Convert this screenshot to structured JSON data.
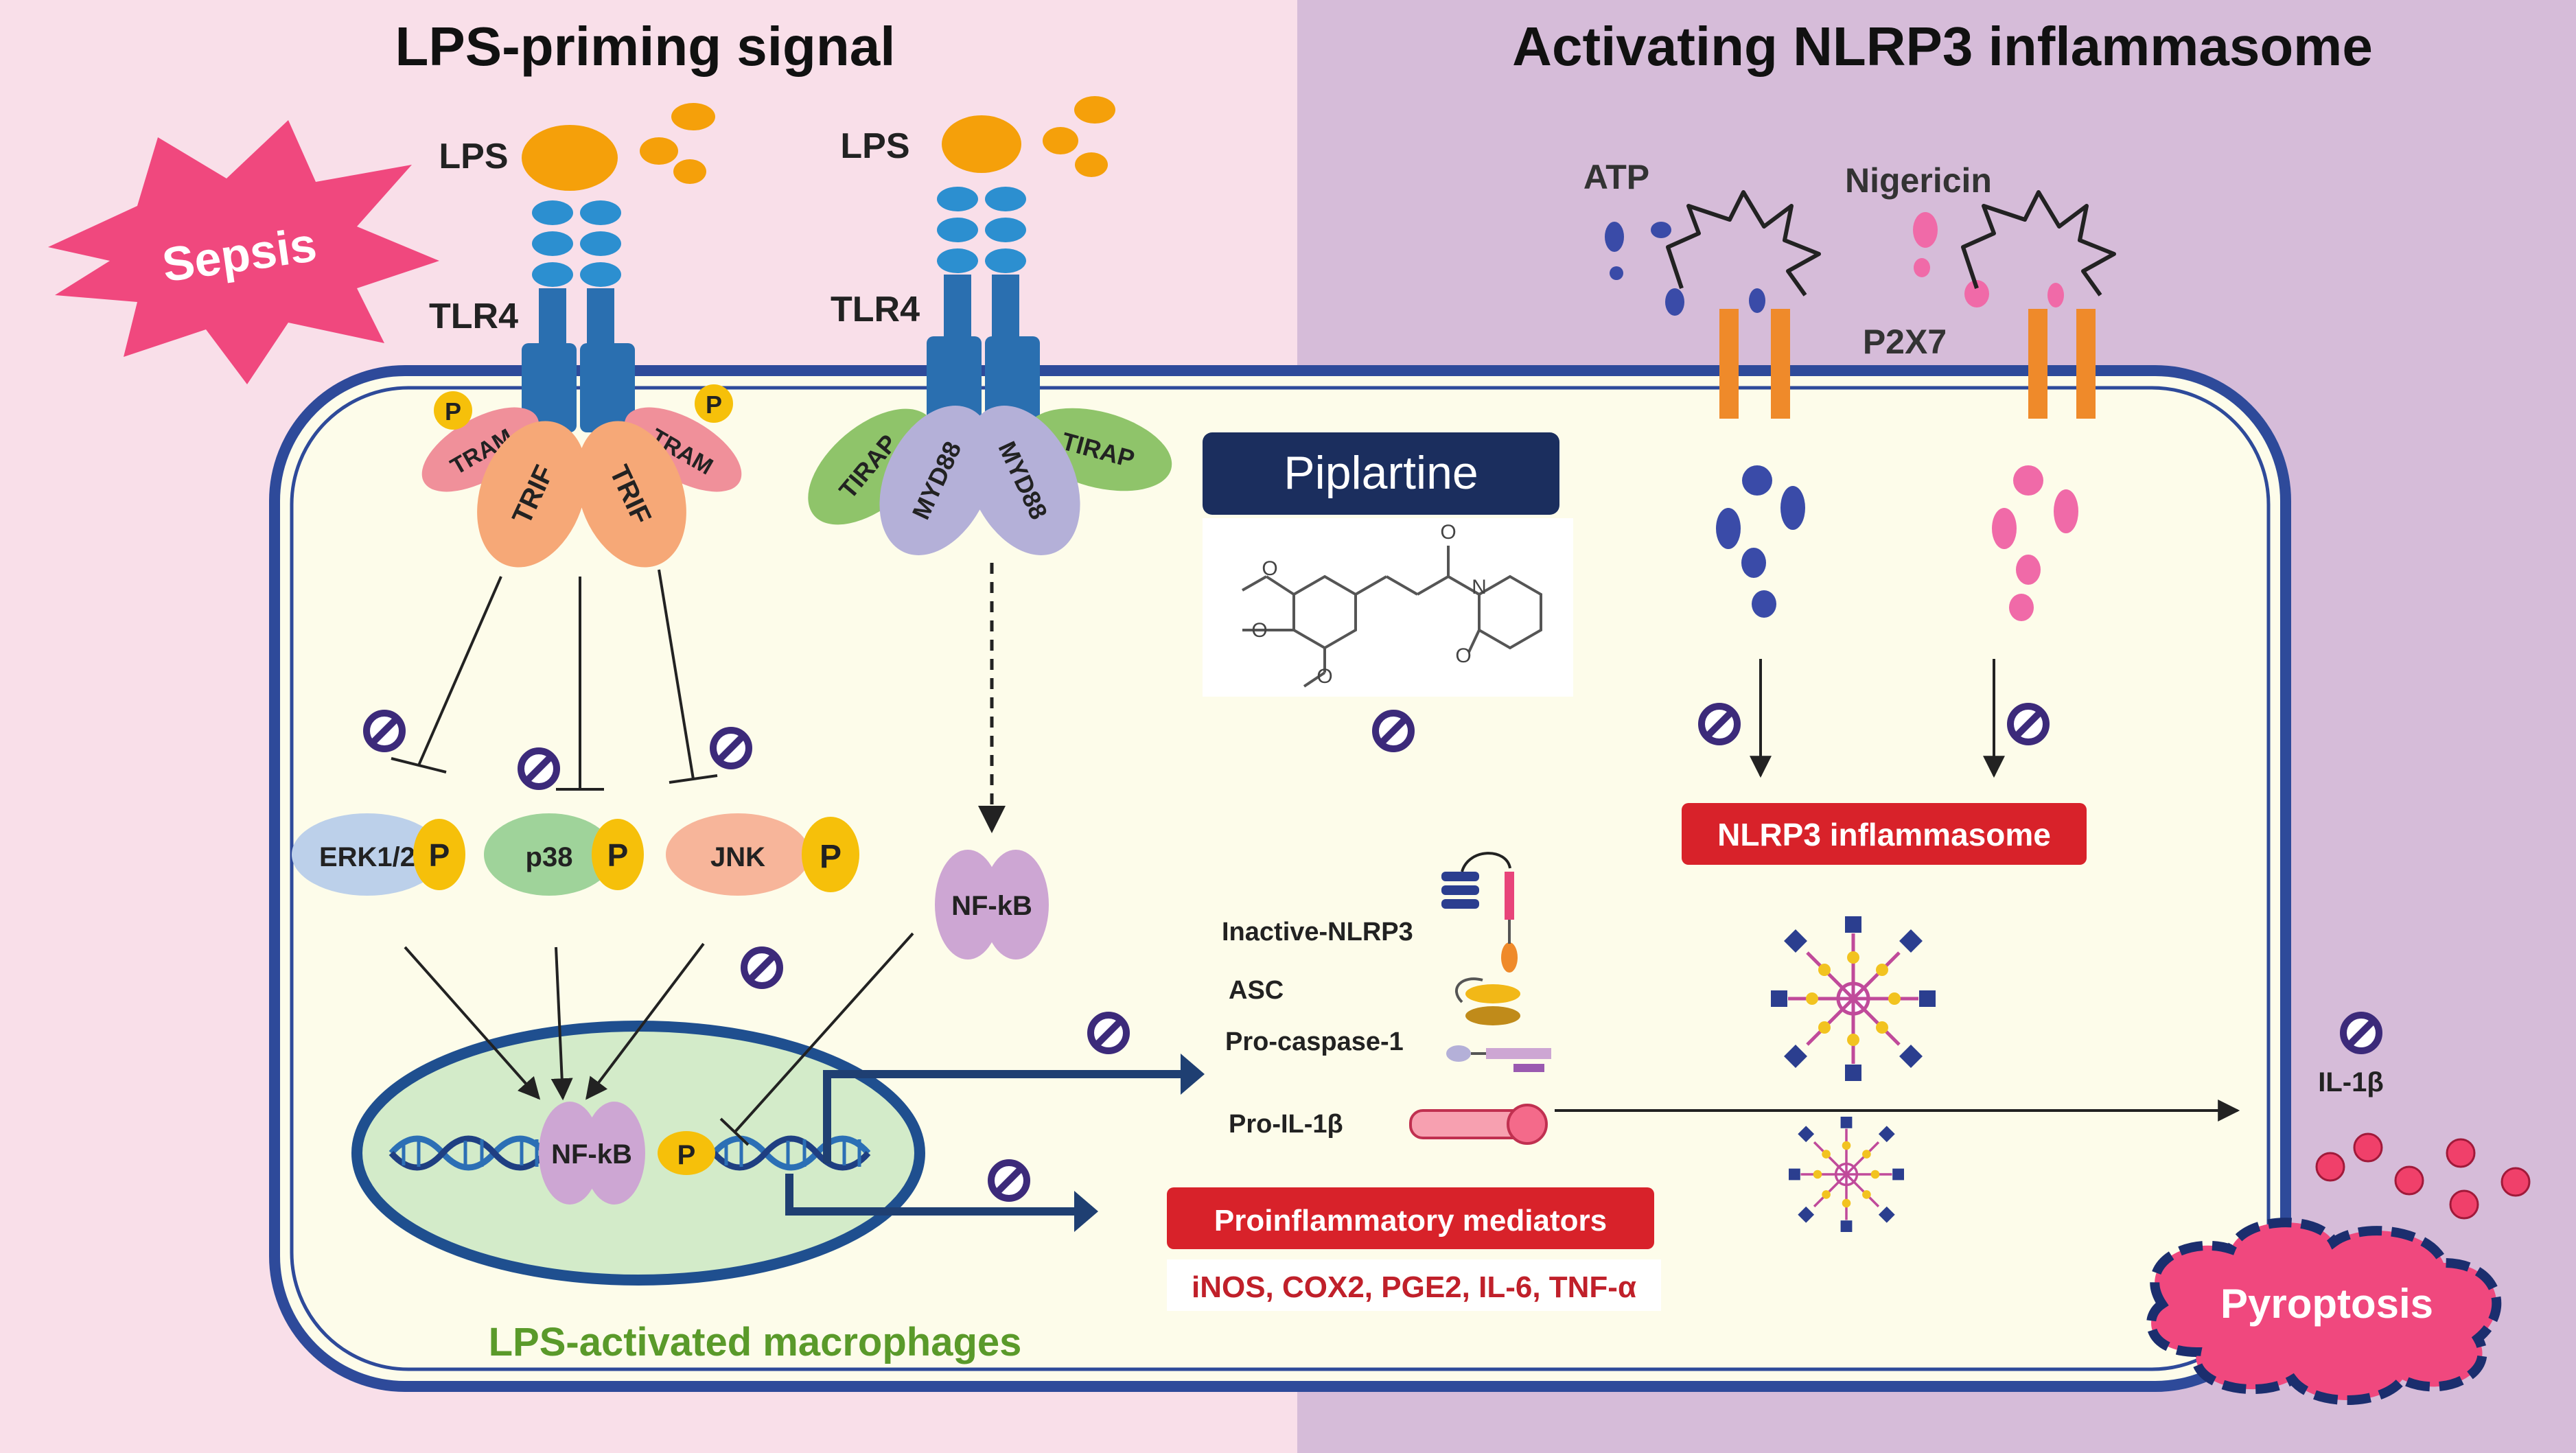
{
  "headings": {
    "left": "LPS-priming signal",
    "right": "Activating NLRP3 inflammasome"
  },
  "labels": {
    "sepsis": "Sepsis",
    "lps_1": "LPS",
    "lps_2": "LPS",
    "tlr4_1": "TLR4",
    "tlr4_2": "TLR4",
    "tram_1": "TRAM",
    "tram_2": "TRAM",
    "trif_1": "TRIF",
    "trif_2": "TRIF",
    "tirap_1": "TIRAP",
    "tirap_2": "TIRAP",
    "myd88_1": "MYD88",
    "myd88_2": "MYD88",
    "p": "P",
    "erk": "ERK1/2",
    "p38": "p38",
    "jnk": "JNK",
    "nfkb_cyto": "NF-kB",
    "nfkb_nuc": "NF-kB",
    "atp": "ATP",
    "nigericin": "Nigericin",
    "p2x7": "P2X7",
    "piplartine": "Piplartine",
    "nlrp3_box": "NLRP3 inflammasome",
    "inactive_nlrp3": "Inactive-NLRP3",
    "asc": "ASC",
    "pro_caspase": "Pro-caspase-1",
    "pro_il1b": "Pro-IL-1β",
    "il1b": "IL-1β",
    "proinflammatory": "Proinflammatory mediators",
    "mediators_list": "iNOS, COX2, PGE2, IL-6, TNF-α",
    "macrophages": "LPS-activated macrophages",
    "pyroptosis": "Pyroptosis"
  },
  "colors": {
    "left_bg": "#f9dfe9",
    "right_bg": "#d6bcd9",
    "cell_fill": "#fdfcea",
    "cell_border": "#2e4a9a",
    "red_box": "#d8222a",
    "inhibitor": "#3c2a7a",
    "macrophage_text": "#5a9a2a",
    "mediator_text": "#c0202a",
    "lps": "#f5a00a",
    "tlr4": "#2a6fb0"
  }
}
